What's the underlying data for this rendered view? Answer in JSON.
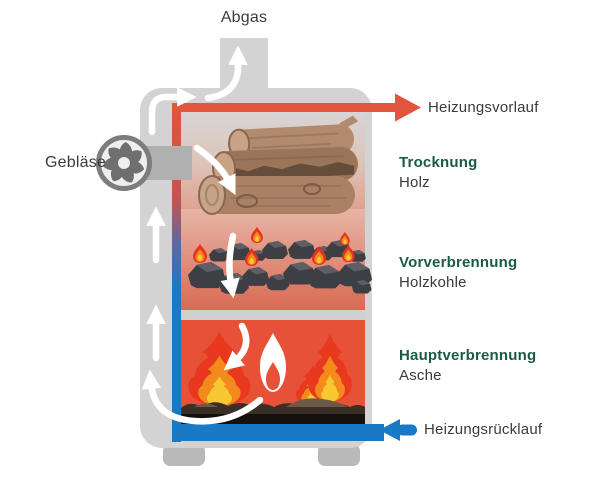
{
  "diagram": {
    "top_label": "Abgas",
    "fan_label": "Gebläse",
    "supply_label": "Heizungsvorlauf",
    "return_label": "Heizungsrücklauf",
    "zones": [
      {
        "title": "Trocknung",
        "subtitle": "Holz"
      },
      {
        "title": "Vorverbrennung",
        "subtitle": "Holzkohle"
      },
      {
        "title": "Hauptverbrennung",
        "subtitle": "Asche"
      }
    ],
    "icons": {
      "fan": "fan-icon",
      "up_arrows": "airflow-up-arrow",
      "flame": "flame-icon"
    },
    "colors": {
      "hot": "#e2543c",
      "cold": "#1a79c4",
      "zone_title_green": "#1b5a47",
      "text": "#3b3b3b",
      "boiler_gray": "#d3d3d3",
      "combustion_red": "#e65138",
      "flame_yellow": "#f7c832",
      "flame_orange": "#f28a1c"
    }
  }
}
